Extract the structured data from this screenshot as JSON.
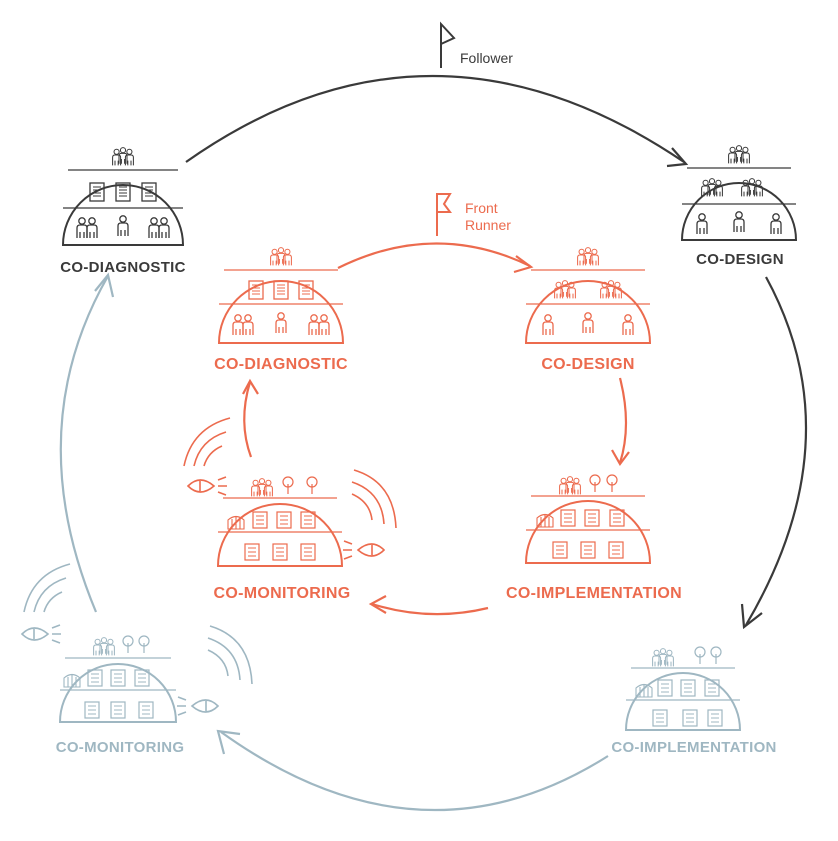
{
  "colors": {
    "outer": "#3a3a3a",
    "inner": "#ec6b4e",
    "pale": "#9fb7c2"
  },
  "outer_cycle": {
    "flag_label": "Follower",
    "stages": {
      "diagnostic": "CO-DIAGNOSTIC",
      "design": "CO-DESIGN",
      "implementation": "CO-IMPLEMENTATION",
      "monitoring": "CO-MONITORING"
    }
  },
  "inner_cycle": {
    "flag_label_line1": "Front",
    "flag_label_line2": "Runner",
    "stages": {
      "diagnostic": "CO-DIAGNOSTIC",
      "design": "CO-DESIGN",
      "implementation": "CO-IMPLEMENTATION",
      "monitoring": "CO-MONITORING"
    }
  }
}
